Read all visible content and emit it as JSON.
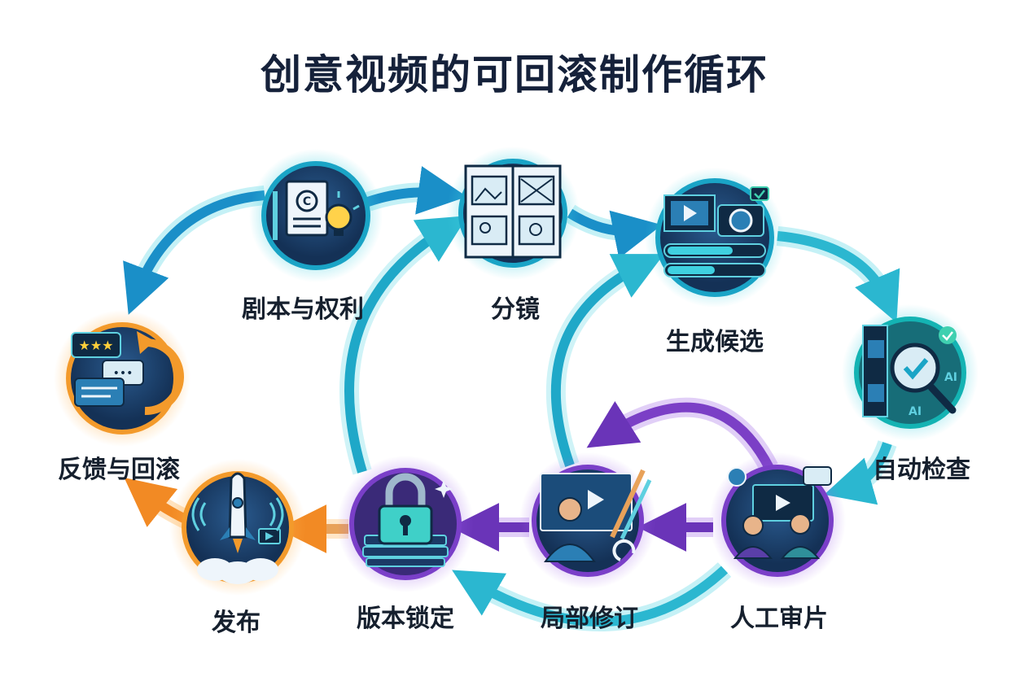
{
  "title": "创意视频的可回滚制作循环",
  "nodes": [
    {
      "id": "script",
      "label": "剧本与权利",
      "icon": "script-copyright-lightbulb-icon",
      "ring": "#1aa4c6"
    },
    {
      "id": "storyboard",
      "label": "分镜",
      "icon": "storyboard-icon",
      "ring": "#1aa4c6"
    },
    {
      "id": "generate",
      "label": "生成候选",
      "icon": "film-camera-icon",
      "ring": "#1aa4c6"
    },
    {
      "id": "autocheck",
      "label": "自动检查",
      "icon": "ai-magnifier-check-icon",
      "ring": "#14b3b3"
    },
    {
      "id": "review",
      "label": "人工审片",
      "icon": "human-review-icon",
      "ring": "#7a3fc8"
    },
    {
      "id": "revise",
      "label": "局部修订",
      "icon": "editor-brush-icon",
      "ring": "#7a3fc8"
    },
    {
      "id": "lock",
      "label": "版本锁定",
      "icon": "version-lock-icon",
      "ring": "#7a3fc8"
    },
    {
      "id": "publish",
      "label": "发布",
      "icon": "rocket-launch-icon",
      "ring": "#f39a2b"
    },
    {
      "id": "feedback",
      "label": "反馈与回滚",
      "icon": "feedback-rollback-icon",
      "ring": "#f39a2b"
    }
  ],
  "colors": {
    "teal": "#1aa4c6",
    "cyan": "#3fd0e0",
    "purple": "#7b3fc6",
    "orange": "#f39a2b",
    "navy": "#1b3a66"
  }
}
